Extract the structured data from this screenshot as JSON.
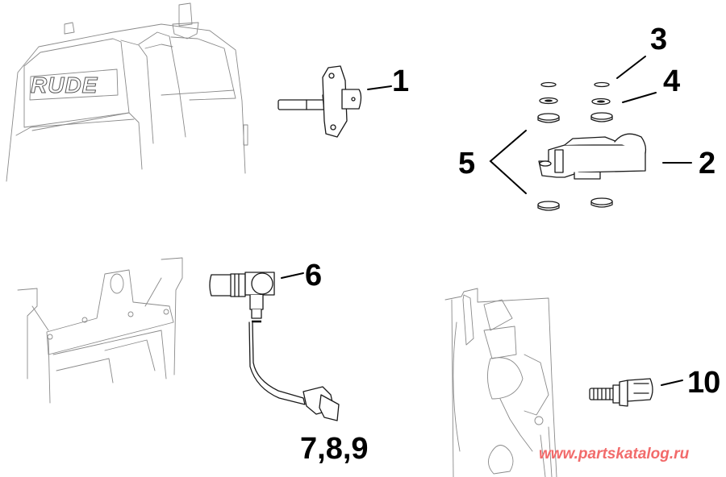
{
  "diagram": {
    "type": "exploded parts diagram",
    "background_color": "#ffffff",
    "line_color": "#1a1a1a",
    "context_line_color": "#8a8a8a",
    "context_views": [
      {
        "id": "engine-cover",
        "label": "RUDE",
        "description": "outboard engine cowl with brand text"
      },
      {
        "id": "adapter-plate",
        "description": "exhaust housing / adapter plate"
      },
      {
        "id": "powerhead-block",
        "description": "powerhead cylinder block side view"
      }
    ],
    "callouts": [
      {
        "number": "1",
        "part": "shaft sensor with mounting flange"
      },
      {
        "number": "2",
        "part": "sensor bracket / housing"
      },
      {
        "number": "3",
        "part": "small washer"
      },
      {
        "number": "4",
        "part": "lock washer"
      },
      {
        "number": "5",
        "part": "grommets / spacers"
      },
      {
        "number": "6",
        "part": "right-angle sensor with lead"
      },
      {
        "number": "7,8,9",
        "part": "connector / wiring lead"
      },
      {
        "number": "10",
        "part": "threaded temperature sender"
      }
    ]
  },
  "labels": {
    "brand_text": "RUDE",
    "c1": "1",
    "c2": "2",
    "c3": "3",
    "c4": "4",
    "c5": "5",
    "c6": "6",
    "c789": "7,8,9",
    "c10": "10"
  },
  "watermark": {
    "text": "www.partskatalog.ru",
    "color": "#f26b6b"
  }
}
